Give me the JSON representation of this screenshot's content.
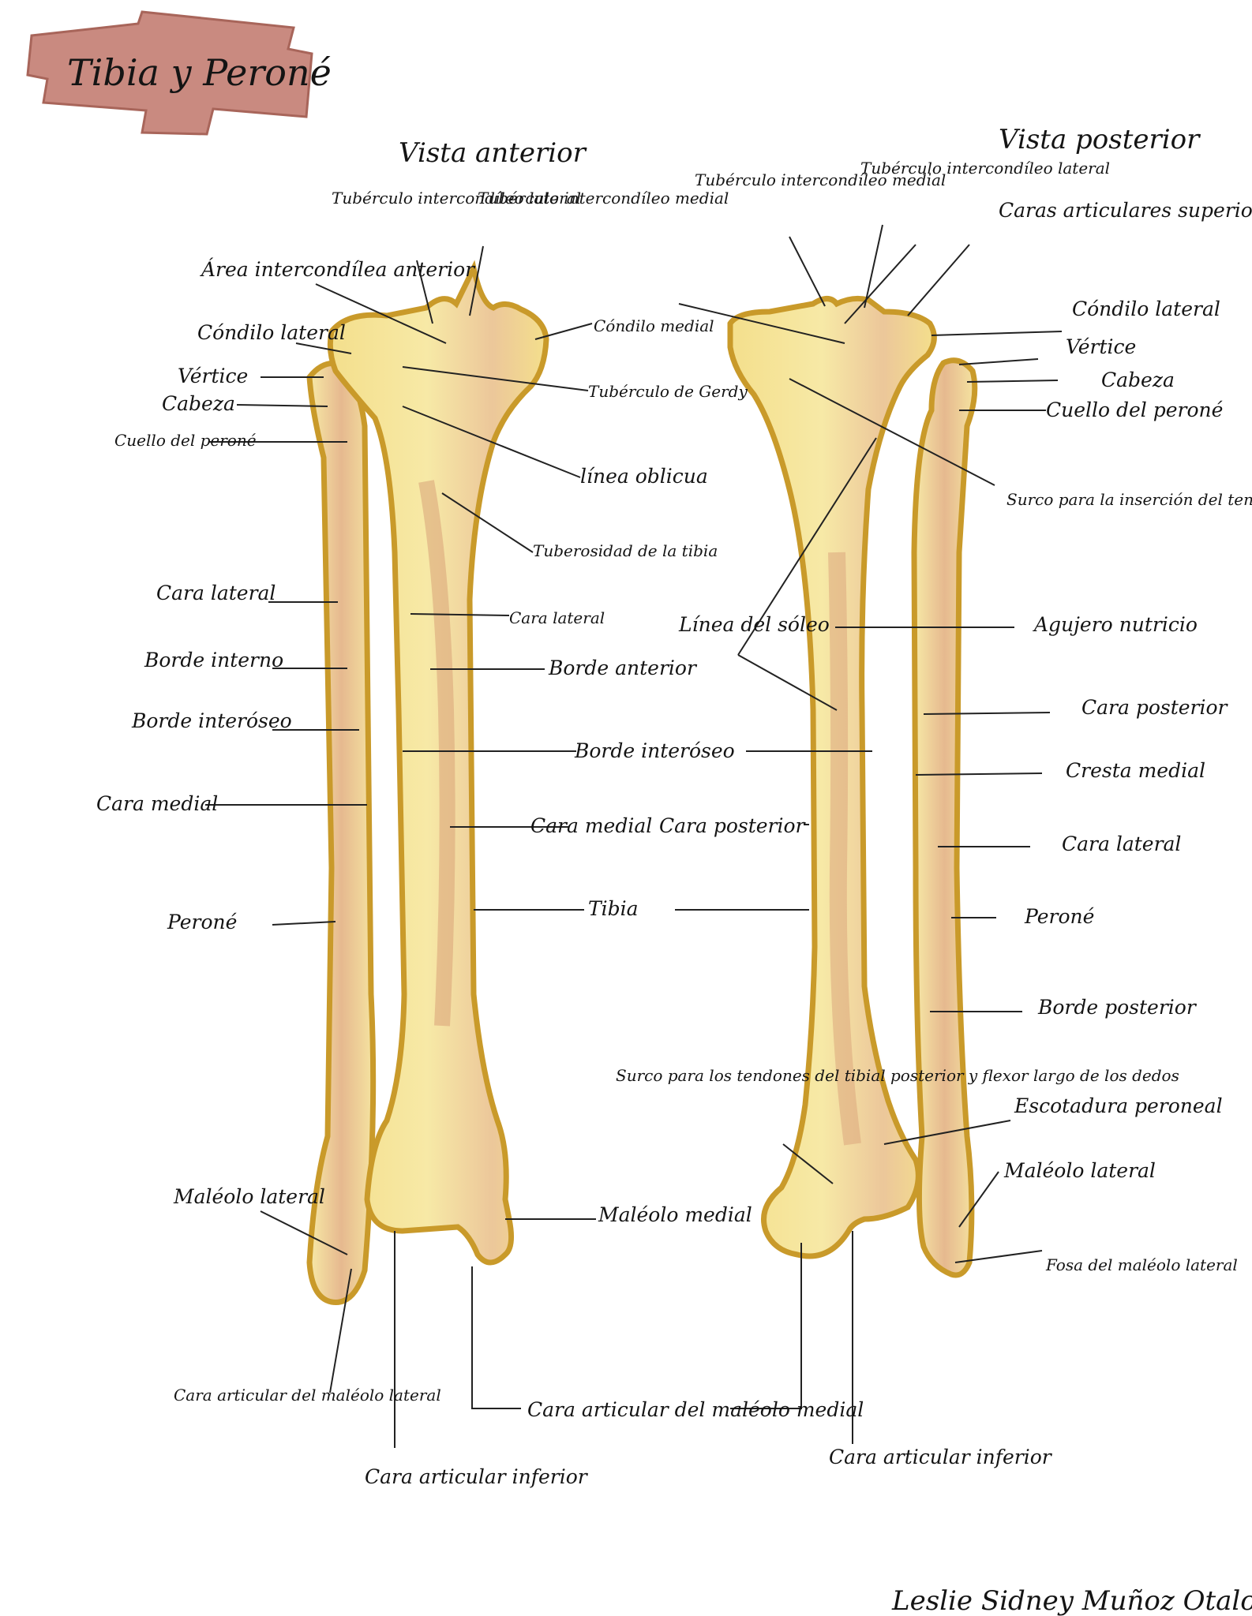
{
  "title": "Tibia y Peroné",
  "views": {
    "anterior": "Vista anterior",
    "posterior": "Vista posterior"
  },
  "signature": "Leslie Sidney Muñoz Otalora",
  "colors": {
    "bone_fill": "#f5e59a",
    "bone_shade": "#e2b48a",
    "bone_outline": "#c99a2a",
    "title_banner": "#c98a80",
    "ink": "#141414"
  },
  "anterior_labels": [
    "Tubérculo intercondíleo lateral",
    "Tubérculo intercondíleo medial",
    "Área intercondílea anterior",
    "Cóndilo lateral",
    "Vértice",
    "Cabeza",
    "Cuello del peroné",
    "Cóndilo medial",
    "Tubérculo de Gerdy",
    "línea oblicua",
    "Tuberosidad de la tibia",
    "Cara lateral",
    "Borde interno",
    "Borde interóseo",
    "Cara medial",
    "Peroné",
    "Cara lateral",
    "Borde anterior",
    "Cara medial",
    "Maléolo lateral",
    "Maléolo medial",
    "Cara articular del maléolo lateral",
    "Cara articular inferior"
  ],
  "shared_labels": [
    "Borde interóseo",
    "Tibia",
    "Cara articular del maléolo medial"
  ],
  "posterior_labels": [
    "Tubérculo intercondíleo medial",
    "Tubérculo intercondíleo lateral",
    "Caras articulares superiores",
    "Cóndilo lateral",
    "Vértice",
    "Cabeza",
    "Cuello del peroné",
    "Surco para la inserción del tendón del semimembranoso",
    "Línea del sóleo",
    "Agujero nutricio",
    "Cara posterior",
    "Cresta medial",
    "Cara posterior",
    "Cara lateral",
    "Peroné",
    "Borde posterior",
    "Surco para los tendones del tibial posterior y flexor largo de los dedos",
    "Escotadura peroneal",
    "Maléolo lateral",
    "Fosa del maléolo lateral",
    "Cara articular inferior"
  ]
}
